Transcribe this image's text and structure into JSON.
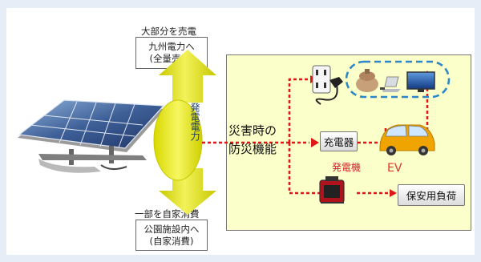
{
  "top": {
    "caption": "大部分を売電",
    "box_line1": "九州電力へ",
    "box_line2": "(全量売電)"
  },
  "bottom": {
    "caption": "一部を自家消費",
    "box_line1": "公園施設内へ",
    "box_line2": "(自家消費)"
  },
  "ring_label": "発電電力",
  "disaster_line1": "災害時の",
  "disaster_line2": "防災機能",
  "charger_label": "充電器",
  "ev_label": "EV",
  "generator_label": "発電機",
  "reserve_load_label": "保安用負荷",
  "colors": {
    "arrow_yellow": "#e6e600",
    "dashed_red": "#e0161a",
    "panel_fill": "#fbffc9",
    "appliance_ring": "#2c86c7",
    "ev_orange": "#f0a400"
  },
  "icons": [
    "solar-panel-icon",
    "power-outlet-icon",
    "plug-icon",
    "rice-cooker-icon",
    "laptop-icon",
    "television-icon",
    "ev-car-icon",
    "generator-icon"
  ]
}
